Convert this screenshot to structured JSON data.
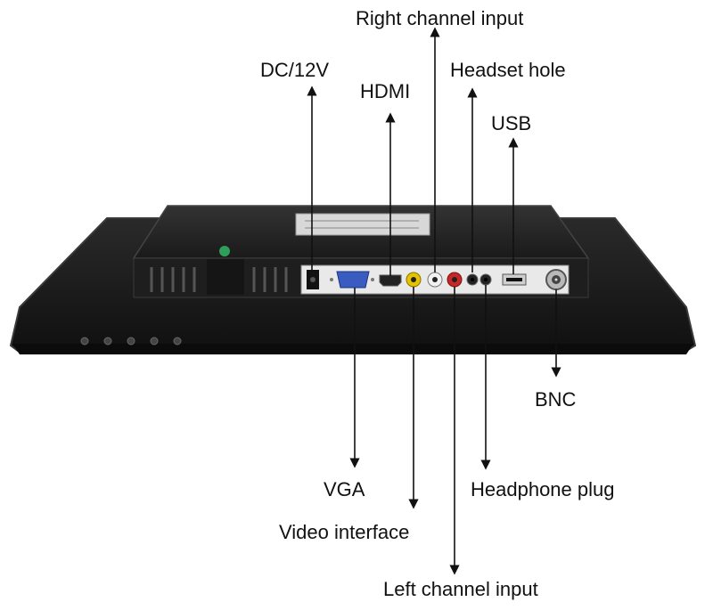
{
  "labels": {
    "dc": "DC/12V",
    "hdmi": "HDMI",
    "right_channel": "Right channel input",
    "headset_hole": "Headset hole",
    "usb": "USB",
    "bnc": "BNC",
    "vga": "VGA",
    "headphone_plug": "Headphone plug",
    "video_interface": "Video interface",
    "left_channel": "Left channel input"
  },
  "product_label_lines": [
    "",
    "",
    "",
    ""
  ],
  "colors": {
    "monitor_body": "#1c1c1c",
    "monitor_edge": "#3a3a3a",
    "port_panel": "#e9e9e9",
    "vga_port": "#3a5bbf",
    "rca_yellow": "#e6c200",
    "rca_white": "#f2f2f2",
    "rca_red": "#c62828",
    "status_led": "#2e9e5a",
    "arrow": "#111111"
  },
  "icons": [
    "dc-jack-icon",
    "vga-port-icon",
    "hdmi-port-icon",
    "rca-jack-icon",
    "audio-jack-icon",
    "usb-port-icon",
    "bnc-connector-icon"
  ]
}
